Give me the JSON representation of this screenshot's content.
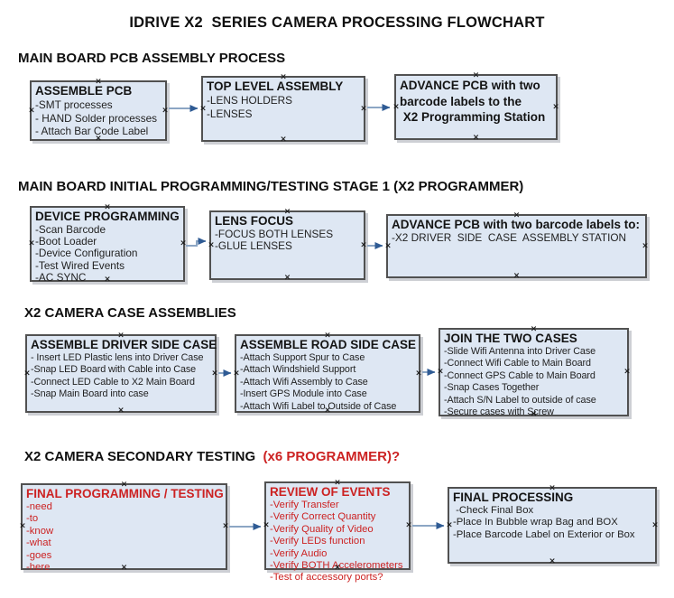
{
  "title": "IDRIVE X2  SERIES CAMERA PROCESSING FLOWCHART",
  "colors": {
    "box_fill": "#dee7f3",
    "box_border": "#515151",
    "red_accent": "#cc2222",
    "arrow_line": "#8ca6c4",
    "arrow_head": "#2f5b94"
  },
  "icons": {
    "connection_point": "×"
  },
  "sections": [
    {
      "heading": "MAIN BOARD PCB ASSEMBLY PROCESS",
      "boxes": [
        {
          "title": "ASSEMBLE PCB",
          "lines": [
            "-SMT processes",
            "- HAND Solder processes",
            "- Attach Bar Code Label"
          ]
        },
        {
          "title": "TOP LEVEL ASSEMBLY",
          "lines": [
            "-LENS HOLDERS",
            "-LENSES"
          ]
        },
        {
          "title": "",
          "lines": [
            "ADVANCE PCB with two",
            "barcode labels to the",
            " X2 Programming Station"
          ]
        }
      ]
    },
    {
      "heading": "MAIN BOARD INITIAL PROGRAMMING/TESTING STAGE 1 (X2 PROGRAMMER)",
      "boxes": [
        {
          "title": "DEVICE PROGRAMMING",
          "lines": [
            "-Scan Barcode",
            "-Boot Loader",
            "-Device Configuration",
            "-Test Wired Events",
            "-AC SYNC"
          ]
        },
        {
          "title": "LENS FOCUS",
          "lines": [
            "-FOCUS BOTH LENSES",
            "-GLUE LENSES"
          ]
        },
        {
          "title": "ADVANCE PCB with two barcode labels to:",
          "lines": [
            "-X2 DRIVER  SIDE  CASE  ASSEMBLY STATION"
          ]
        }
      ]
    },
    {
      "heading": "X2 CAMERA CASE ASSEMBLIES",
      "boxes": [
        {
          "title": "ASSEMBLE DRIVER SIDE CASE",
          "lines": [
            "- Insert LED Plastic lens into Driver Case",
            "-Snap LED Board with Cable into Case",
            "-Connect LED Cable to X2 Main Board",
            "-Snap Main Board into case"
          ]
        },
        {
          "title": "ASSEMBLE ROAD SIDE CASE",
          "lines": [
            "-Attach Support Spur to Case",
            "-Attach Windshield Support",
            "-Attach Wifi Assembly to Case",
            "-Insert GPS Module into Case",
            "-Attach Wifi Label to Outside of Case"
          ]
        },
        {
          "title": "JOIN THE TWO CASES",
          "lines": [
            "-Slide Wifi Antenna into Driver Case",
            "-Connect Wifi Cable to Main Board",
            "-Connect GPS Cable to Main Board",
            "-Snap Cases Together",
            "-Attach S/N Label to outside of case",
            "-Secure cases with Screw"
          ]
        }
      ]
    },
    {
      "heading": "X2 CAMERA SECONDARY TESTING ",
      "heading_red": " (x6 PROGRAMMER)?",
      "boxes": [
        {
          "title": "FINAL PROGRAMMING / TESTING",
          "lines": [
            "-need",
            "-to",
            "-know",
            "-what",
            "-goes",
            "-here"
          ]
        },
        {
          "title": "REVIEW OF EVENTS",
          "lines": [
            "-Verify Transfer",
            "-Verify Correct Quantity",
            "-Verify Quality of Video",
            "-Verify LEDs function",
            "-Verify Audio",
            "-Verify BOTH Accelerometers",
            "-Test of accessory ports?"
          ]
        },
        {
          "title": "FINAL PROCESSING",
          "lines": [
            " -Check Final Box",
            "-Place In Bubble wrap Bag and BOX",
            "-Place Barcode Label on Exterior or Box"
          ]
        }
      ]
    }
  ]
}
